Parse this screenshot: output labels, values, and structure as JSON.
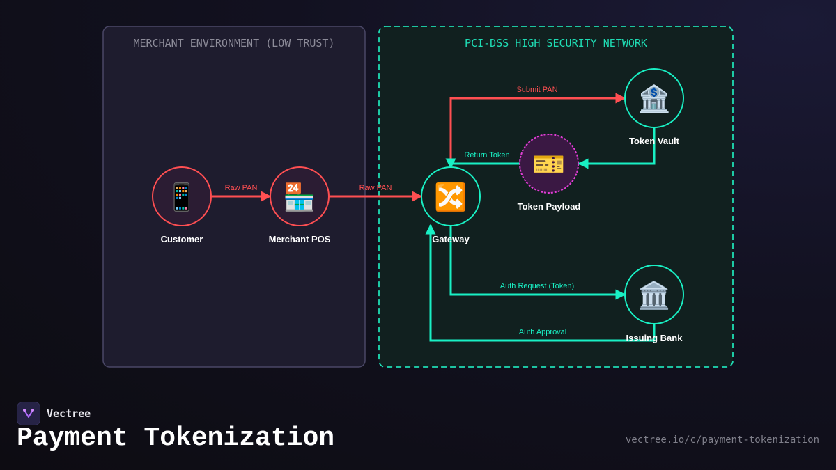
{
  "colors": {
    "raw": "#ff4f52",
    "secure": "#19f0c4",
    "token": "#e23fd6",
    "zone_untrusted": "#4a4766",
    "zone_secure": "#1fdcb4",
    "title_untrusted": "#8d8c99"
  },
  "zones": {
    "merchant": {
      "title": "MERCHANT ENVIRONMENT (LOW TRUST)"
    },
    "pci": {
      "title": "PCI-DSS HIGH SECURITY NETWORK"
    }
  },
  "nodes": {
    "customer": {
      "label": "Customer",
      "icon": "mobile-phone-icon",
      "glyph": "📱"
    },
    "merchant_pos": {
      "label": "Merchant POS",
      "icon": "convenience-store-icon",
      "glyph": "🏪"
    },
    "gateway": {
      "label": "Gateway",
      "icon": "shuffle-icon",
      "glyph": "🔀"
    },
    "token_payload": {
      "label": "Token Payload",
      "icon": "ticket-icon",
      "glyph": "🎫"
    },
    "token_vault": {
      "label": "Token Vault",
      "icon": "bank-icon",
      "glyph": "🏦"
    },
    "issuing_bank": {
      "label": "Issuing Bank",
      "icon": "classical-building-icon",
      "glyph": "🏛️"
    }
  },
  "edges": {
    "customer_pos": {
      "label": "Raw PAN"
    },
    "pos_gateway": {
      "label": "Raw PAN"
    },
    "submit_pan": {
      "label": "Submit PAN"
    },
    "return_token": {
      "label": "Return Token"
    },
    "auth_request": {
      "label": "Auth Request (Token)"
    },
    "auth_approval": {
      "label": "Auth Approval"
    }
  },
  "footer": {
    "brand": "Vectree",
    "title": "Payment Tokenization",
    "url": "vectree.io/c/payment-tokenization"
  }
}
